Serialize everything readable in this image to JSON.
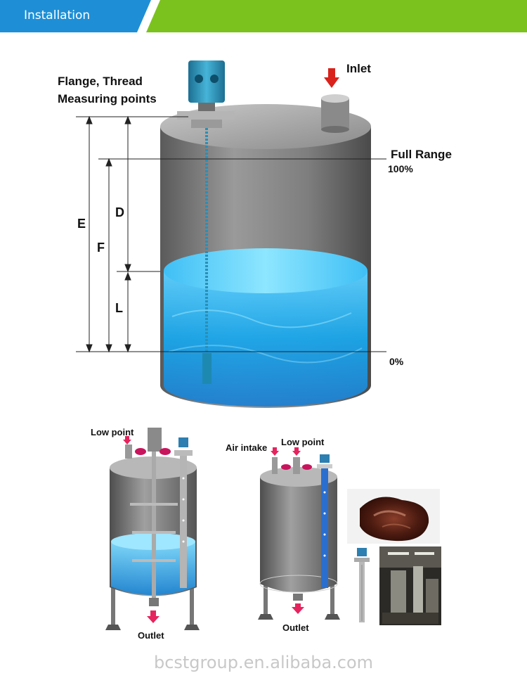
{
  "header": {
    "title": "Installation",
    "color_blue": "#1e8fd6",
    "color_green": "#7bc21f"
  },
  "main_diagram": {
    "labels": {
      "flange": "Flange, Thread",
      "measuring": "Measuring points",
      "inlet": "Inlet",
      "full_range": "Full Range",
      "pct100": "100%",
      "pct0": "0%",
      "E": "E",
      "D": "D",
      "F": "F",
      "L": "L"
    }
  },
  "tank_left": {
    "low_point": "Low point",
    "outlet": "Outlet"
  },
  "tank_right": {
    "air_intake": "Air intake",
    "low_point": "Low point",
    "outlet": "Outlet"
  },
  "watermark": "bcstgroup.en.alibaba.com"
}
